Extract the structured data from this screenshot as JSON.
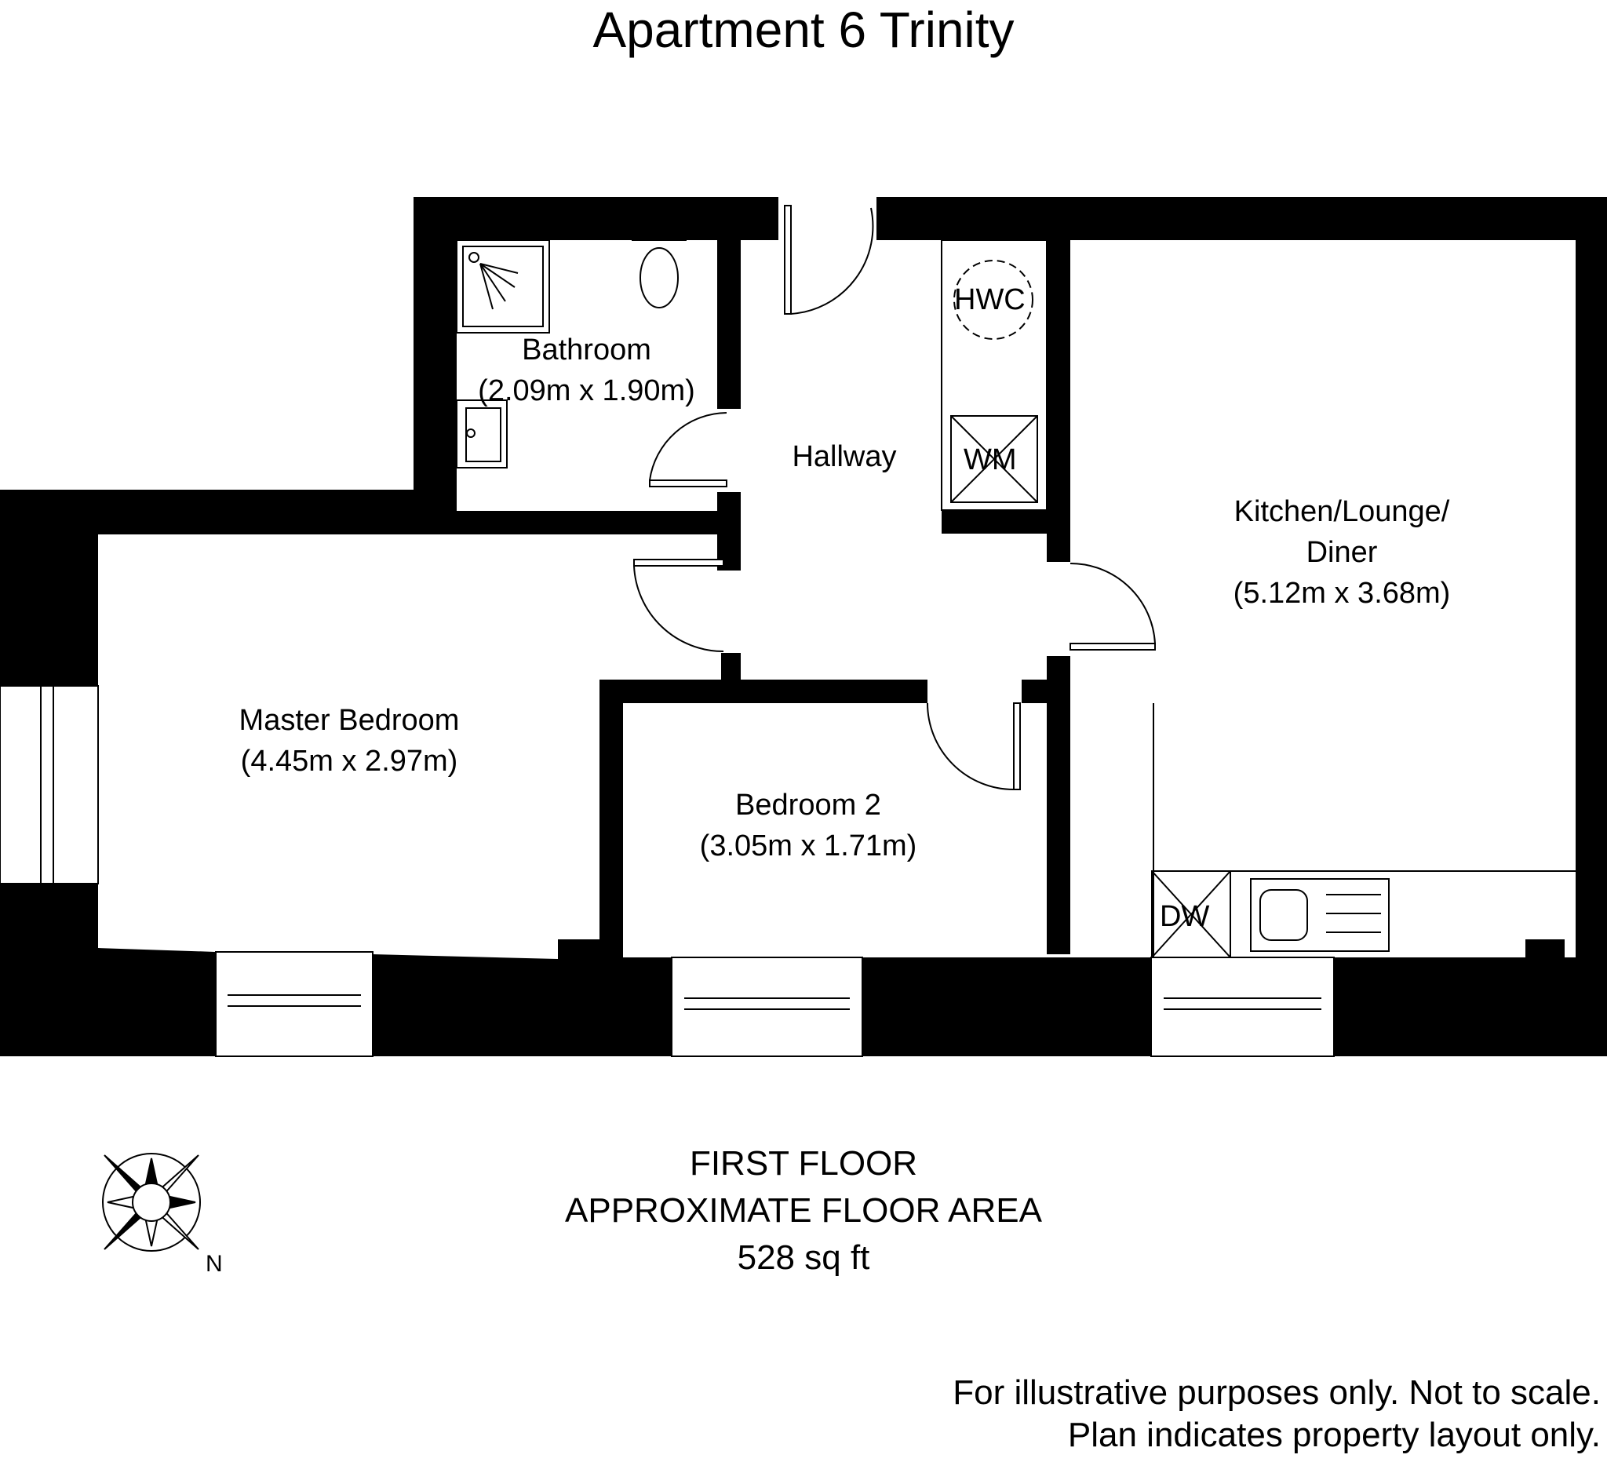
{
  "title": "Apartment 6 Trinity",
  "rooms": {
    "bathroom": {
      "name": "Bathroom",
      "dims": "(2.09m x 1.90m)"
    },
    "hallway": {
      "name": "Hallway"
    },
    "kitchen": {
      "name_line1": "Kitchen/Lounge/",
      "name_line2": "Diner",
      "dims": "(5.12m x 3.68m)"
    },
    "master_bedroom": {
      "name": "Master Bedroom",
      "dims": "(4.45m x 2.97m)"
    },
    "bedroom2": {
      "name": "Bedroom 2",
      "dims": "(3.05m x 1.71m)"
    }
  },
  "fixtures": {
    "hwc": "HWC",
    "wm": "WM",
    "dw": "DW"
  },
  "floor": {
    "level": "FIRST FLOOR",
    "area_label": "APPROXIMATE FLOOR AREA",
    "area_value": "528 sq ft"
  },
  "compass": {
    "label": "N"
  },
  "disclaimer": {
    "line1": "For illustrative purposes only. Not to scale.",
    "line2": "Plan indicates property layout only."
  },
  "colors": {
    "wall": "#000000",
    "background": "#ffffff",
    "line": "#000000"
  }
}
